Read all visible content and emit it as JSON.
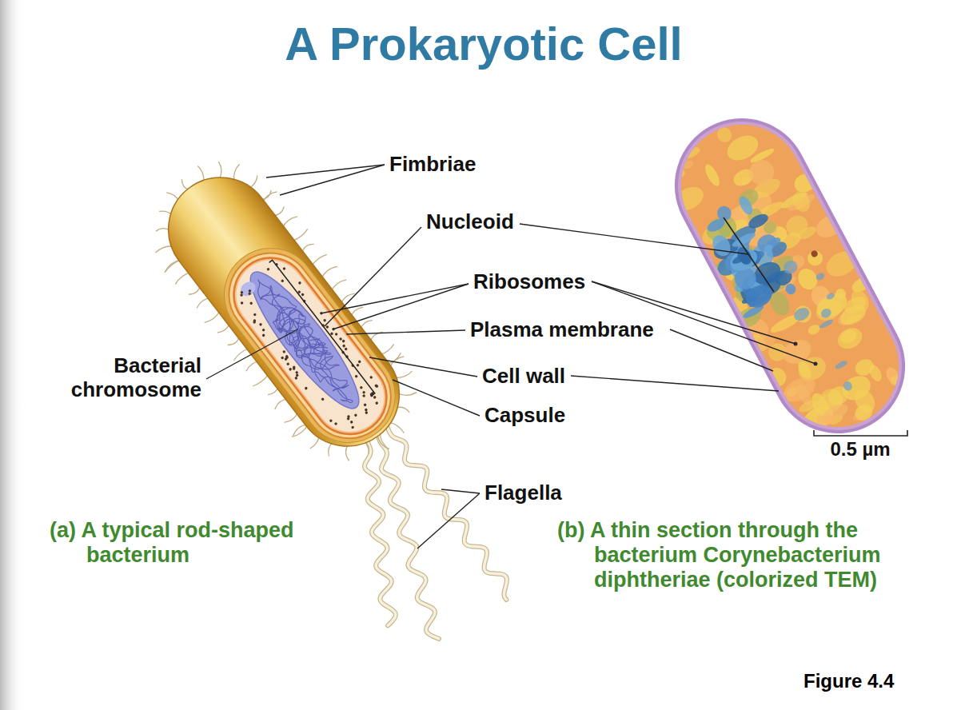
{
  "diagram": {
    "title": "A Prokaryotic Cell",
    "caption": "Figure 4.4",
    "labels": [
      "Fimbriae",
      "Nucleoid",
      "Ribosomes",
      "Plasma membrane",
      "Bacterial chromosome",
      "Cell wall",
      "Capsule",
      "0.5 µm",
      "Flagella",
      "(a) A typical rod-shaped bacterium",
      "(b) A thin section through the bacterium Corynebacterium diphtheriae (colorized TEM)"
    ]
  }
}
